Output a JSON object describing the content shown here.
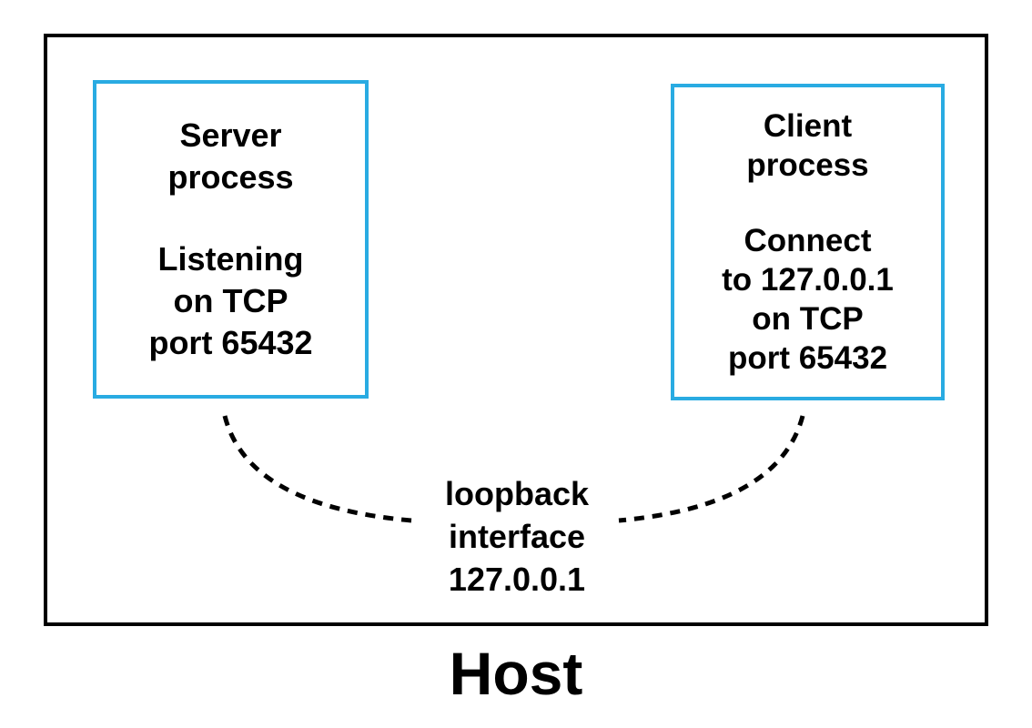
{
  "diagram": {
    "host_label": "Host",
    "server_box": {
      "lines": [
        "Server",
        "process",
        "Listening",
        "on TCP",
        "port 65432"
      ]
    },
    "client_box": {
      "lines": [
        "Client",
        "process",
        "Connect",
        "to 127.0.0.1",
        "on TCP",
        "port 65432"
      ]
    },
    "loopback_label": {
      "lines": [
        "loopback",
        "interface",
        "127.0.0.1"
      ]
    },
    "connections": [
      {
        "from": "Server process",
        "to": "loopback interface 127.0.0.1",
        "style": "dashed curve"
      },
      {
        "from": "Client process",
        "to": "loopback interface 127.0.0.1",
        "style": "dashed curve"
      }
    ],
    "colors": {
      "host_border": "#000000",
      "process_box_border": "#29abe2",
      "text": "#000000",
      "connection_line": "#000000",
      "background": "#ffffff"
    }
  }
}
